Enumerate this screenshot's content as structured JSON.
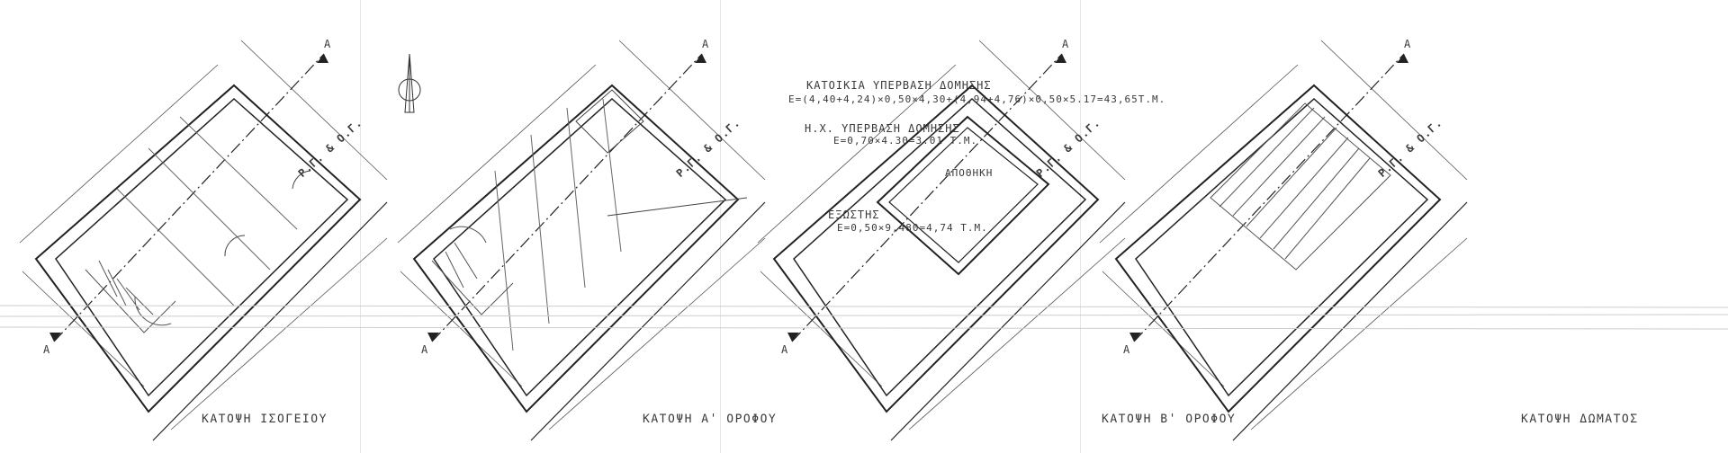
{
  "plans": [
    {
      "title": "ΚΑΤΟΨΗ ΙΣΟΓΕΙΟΥ",
      "section_mark": "Α",
      "road_label": "Ρ.Γ. & Ο.Γ."
    },
    {
      "title": "ΚΑΤΟΨΗ Α' ΟΡΟΦΟΥ",
      "section_mark": "Α",
      "road_label": "Ρ.Γ. & Ο.Γ."
    },
    {
      "title": "ΚΑΤΟΨΗ Β' ΟΡΟΦΟΥ",
      "section_mark": "Α",
      "road_label": "Ρ.Γ. & Ο.Γ.",
      "room": "ΑΠΟΘΗΚΗ"
    },
    {
      "title": "ΚΑΤΟΨΗ ΔΩΜΑΤΟΣ",
      "section_mark": "Α",
      "road_label": "Ρ.Γ. & Ο.Γ."
    }
  ],
  "annotations": {
    "residence_title": "ΚΑΤΟΙΚΙΑ ΥΠΕΡΒΑΣΗ ΔΟΜΗΣΗΣ",
    "residence_formula": "Ε=(4,40+4,24)×0,50×4,30+(4,94+4,76)×0,50×5.17=43,65Τ.Μ.",
    "semi_outdoor_title": "Η.Χ. ΥΠΕΡΒΑΣΗ ΔΟΜΗΣΗΣ",
    "semi_outdoor_formula": "Ε=0,70×4.30=3.01 Τ.Μ.",
    "balcony_title": "ΕΞΩΣΤΗΣ",
    "balcony_formula": "Ε=0,50×9,480=4,74 Τ.Μ."
  },
  "colors": {
    "line": "#2a2a2a",
    "light": "#9a9a9a"
  }
}
